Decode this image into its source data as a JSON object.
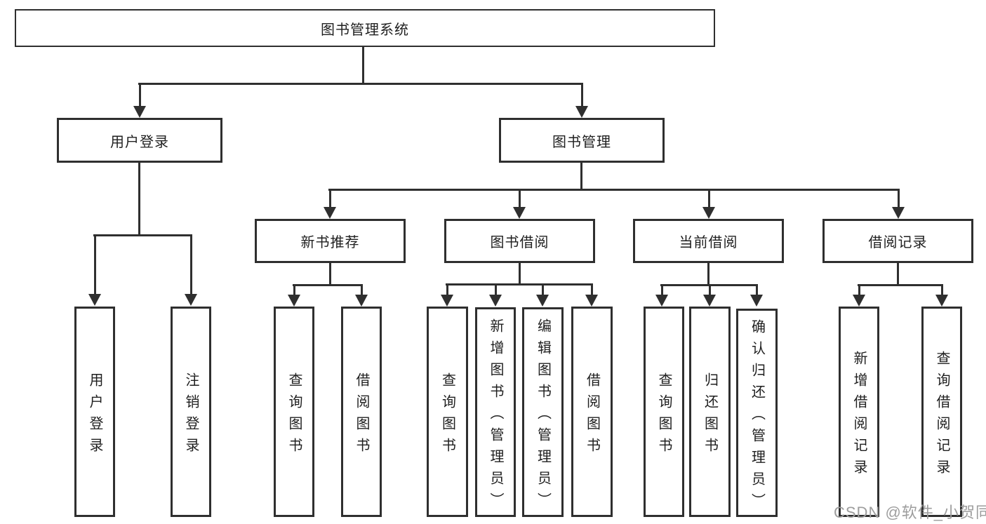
{
  "colors": {
    "line": "#2f2f2f",
    "box_border": "#2f2f2f",
    "text": "#1f1f1f",
    "background": "#ffffff",
    "watermark": "#9d9d9d"
  },
  "watermark": {
    "text": "CSDN @软件_小贺同学"
  },
  "tree": {
    "label": "图书管理系统",
    "children": [
      {
        "label": "用户登录",
        "children": [
          {
            "label": "用户登录"
          },
          {
            "label": "注销登录"
          }
        ]
      },
      {
        "label": "图书管理",
        "children": [
          {
            "label": "新书推荐",
            "children": [
              {
                "label": "查询图书"
              },
              {
                "label": "借阅图书"
              }
            ]
          },
          {
            "label": "图书借阅",
            "children": [
              {
                "label": "查询图书"
              },
              {
                "label": "新增图书（管理员）"
              },
              {
                "label": "编辑图书（管理员）"
              },
              {
                "label": "借阅图书"
              }
            ]
          },
          {
            "label": "当前借阅",
            "children": [
              {
                "label": "查询图书"
              },
              {
                "label": "归还图书"
              },
              {
                "label": "确认归还（管理员）"
              }
            ]
          },
          {
            "label": "借阅记录",
            "children": [
              {
                "label": "新增借阅记录"
              },
              {
                "label": "查询借阅记录"
              }
            ]
          }
        ]
      }
    ]
  }
}
